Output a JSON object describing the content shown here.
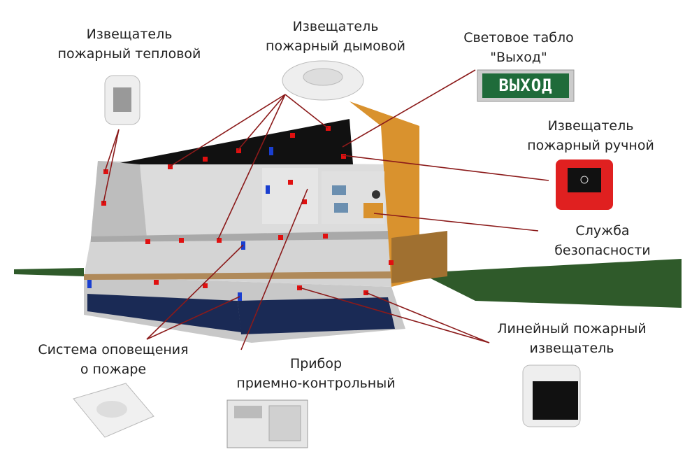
{
  "labels": {
    "heat_detector": [
      "Извещатель",
      "пожарный тепловой"
    ],
    "smoke_detector": [
      "Извещатель",
      "пожарный дымовой"
    ],
    "exit_sign": [
      "Световое табло",
      "\"Выход\""
    ],
    "manual_call_point": [
      "Извещатель",
      "пожарный ручной"
    ],
    "security_service": [
      "Служба",
      "безопасности"
    ],
    "linear_detector": [
      "Линейный пожарный",
      "извещатель"
    ],
    "alarm_system": [
      "Система оповещения",
      "о пожаре"
    ],
    "control_panel": [
      "Прибор",
      "приемно-контрольный"
    ]
  },
  "exit_sign_text": "ВЫХОД",
  "colors": {
    "leader_line": "#8b1a1a",
    "sensor": "#e01010",
    "siren": "#1a3fd0",
    "facade": "#d9922e",
    "grass": "#2f5a2a",
    "sign": "#1f6b3a",
    "call_point": "#e02020"
  }
}
